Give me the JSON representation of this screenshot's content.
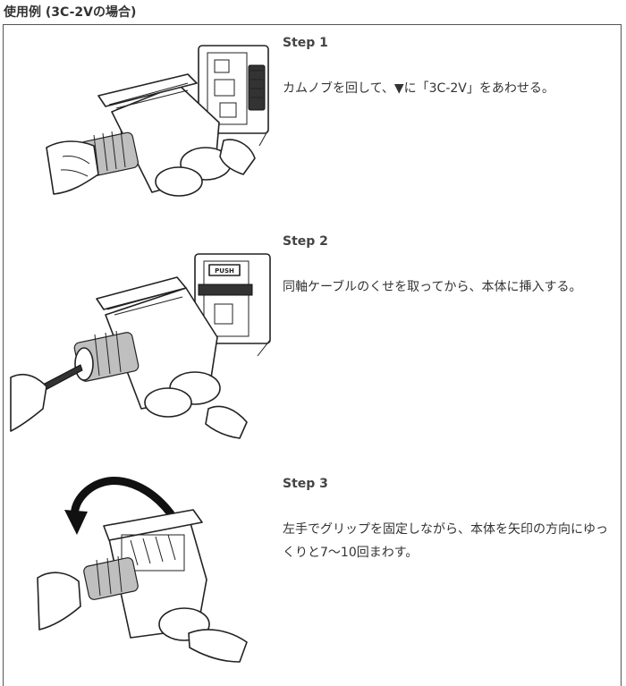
{
  "section_title": "使用例 (3C-2Vの場合)",
  "steps": [
    {
      "heading": "Step 1",
      "text": "カムノブを回して、▼に「3C-2V」をあわせる。"
    },
    {
      "heading": "Step 2",
      "text": "同軸ケーブルのくせを取ってから、本体に挿入する。"
    },
    {
      "heading": "Step 3",
      "text": "左手でグリップを固定しながら、本体を矢印の方向にゆっくりと7～10回まわす。"
    }
  ],
  "illustration_labels": {
    "push": "PUSH"
  },
  "colors": {
    "border": "#555555",
    "text": "#333333",
    "line": "#222222"
  }
}
